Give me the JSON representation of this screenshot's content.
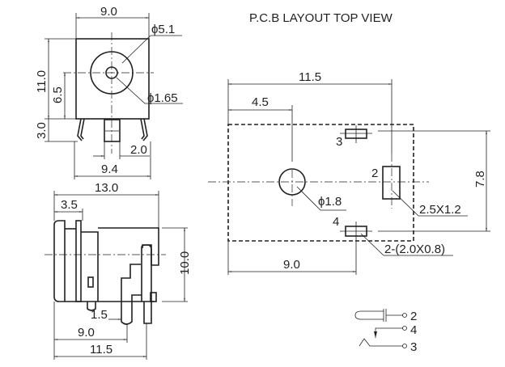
{
  "title": "P.C.B LAYOUT    TOP VIEW",
  "front_view": {
    "width": "9.0",
    "outer_dia": "ϕ5.1",
    "pin_dia": "ϕ1.65",
    "height": "11.0",
    "center_height": "6.5",
    "pin_length": "3.0",
    "pin_offset": "2.0",
    "pin_span": "9.4"
  },
  "side_view": {
    "length": "13.0",
    "flange": "3.5",
    "height": "10.0",
    "pin_width": "1.5",
    "pin_pos_a": "9.0",
    "pin_pos_b": "11.5"
  },
  "pcb": {
    "span": "11.5",
    "hole_pos": "4.5",
    "hole_dia": "ϕ1.8",
    "pin2_size": "2.5X1.2",
    "pin_pitch": "7.8",
    "pin34_size": "2-(2.0X0.8)",
    "pin34_pos": "9.0",
    "pin_labels": [
      "2",
      "3",
      "4"
    ]
  },
  "schematic": {
    "labels": [
      "2",
      "4",
      "3"
    ]
  }
}
